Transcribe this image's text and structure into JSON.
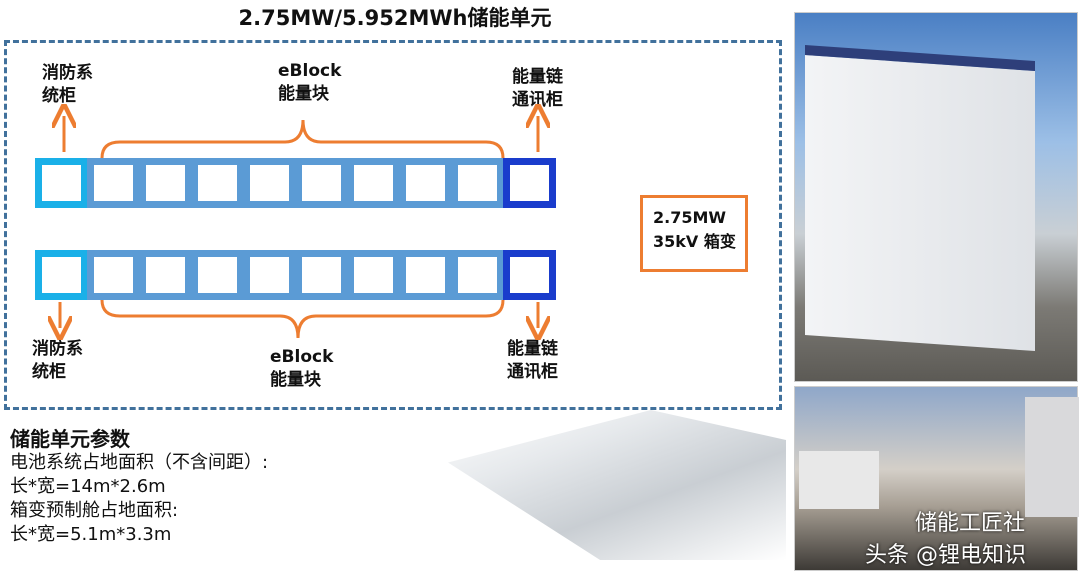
{
  "title": "2.75MW/5.952MWh储能单元",
  "top_row": {
    "fire_label": [
      "消防系",
      "统柜"
    ],
    "eblock_label": [
      "eBlock",
      "能量块"
    ],
    "comm_label": [
      "能量链",
      "通讯柜"
    ]
  },
  "bottom_row": {
    "fire_label": [
      "消防系",
      "统柜"
    ],
    "eblock_label": [
      "eBlock",
      "能量块"
    ],
    "comm_label": [
      "能量链",
      "通讯柜"
    ]
  },
  "eblock_count": 8,
  "transformer": {
    "line1": "2.75MW",
    "line2": "35kV 箱变"
  },
  "params": {
    "heading": "储能单元参数",
    "lines": [
      "电池系统占地面积（不含间距）:",
      "长*宽=14m*2.6m",
      "箱变预制舱占地面积:",
      "长*宽=5.1m*3.3m"
    ]
  },
  "watermark": {
    "line1": "储能工匠社",
    "line2": "头条 @锂电知识"
  },
  "colors": {
    "fire": "#1ab0e8",
    "eblock": "#5b9bd5",
    "comm": "#1a3ccc",
    "accent": "#ed7d31",
    "frame": "#41719c"
  }
}
